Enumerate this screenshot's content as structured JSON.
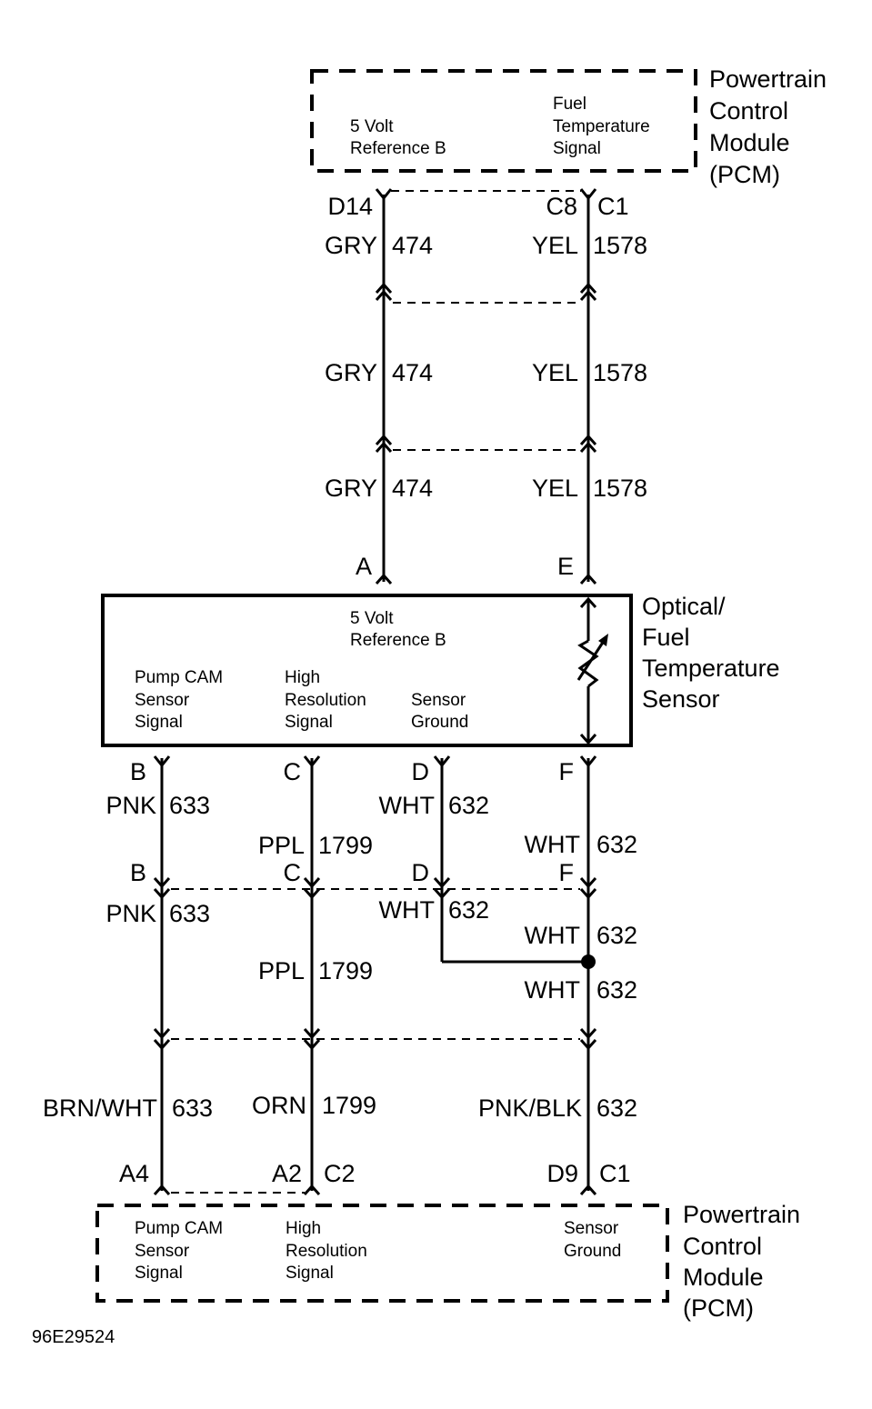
{
  "diagram": {
    "figure_id": "96E29524",
    "colors": {
      "ink": "#000000",
      "background": "#ffffff"
    },
    "pcm_top": {
      "name": [
        "Powertrain",
        "Control",
        "Module",
        "(PCM)"
      ],
      "pins": [
        {
          "label": [
            "5 Volt",
            "Reference B"
          ]
        },
        {
          "label": [
            "Fuel",
            "Temperature",
            "Signal"
          ]
        }
      ]
    },
    "top_wires": [
      {
        "terminal_top": "D14",
        "connector_top": "",
        "segments": [
          {
            "color": "GRY",
            "circuit": "474"
          },
          {
            "color": "GRY",
            "circuit": "474"
          },
          {
            "color": "GRY",
            "circuit": "474"
          }
        ],
        "terminal_bottom": "A"
      },
      {
        "terminal_top": "C8",
        "connector_top": "C1",
        "segments": [
          {
            "color": "YEL",
            "circuit": "1578"
          },
          {
            "color": "YEL",
            "circuit": "1578"
          },
          {
            "color": "YEL",
            "circuit": "1578"
          }
        ],
        "terminal_bottom": "E"
      }
    ],
    "sensor": {
      "name": [
        "Optical/",
        "Fuel",
        "Temperature",
        "Sensor"
      ],
      "labels": {
        "ref": [
          "5 Volt",
          "Reference B"
        ],
        "pump": [
          "Pump CAM",
          "Sensor",
          "Signal"
        ],
        "highres": [
          "High",
          "Resolution",
          "Signal"
        ],
        "ground": [
          "Sensor",
          "Ground"
        ]
      },
      "thermistor_icon": "variable-resistor-icon"
    },
    "bottom_wires": [
      {
        "terminal_top": "B",
        "seg1": {
          "color": "PNK",
          "circuit": "633"
        },
        "terminal_mid": "B",
        "seg2": {
          "color": "PNK",
          "circuit": "633"
        },
        "seg3": {
          "color": "BRN/WHT",
          "circuit": "633"
        },
        "terminal_bottom": "A4",
        "connector_bottom": ""
      },
      {
        "terminal_top": "C",
        "seg1": {
          "color": "PPL",
          "circuit": "1799"
        },
        "terminal_mid": "C",
        "seg2": {
          "color": "PPL",
          "circuit": "1799"
        },
        "seg3": {
          "color": "ORN",
          "circuit": "1799"
        },
        "terminal_bottom": "A2",
        "connector_bottom": "C2"
      },
      {
        "terminal_top": "D",
        "seg1": {
          "color": "WHT",
          "circuit": "632"
        },
        "terminal_mid": "D",
        "seg2": {
          "color": "WHT",
          "circuit": "632"
        }
      },
      {
        "terminal_top": "F",
        "seg1": {
          "color": "WHT",
          "circuit": "632"
        },
        "terminal_mid": "F",
        "seg2": {
          "color": "WHT",
          "circuit": "632"
        },
        "seg2b": {
          "color": "WHT",
          "circuit": "632"
        },
        "seg3": {
          "color": "PNK/BLK",
          "circuit": "632"
        },
        "terminal_bottom": "D9",
        "connector_bottom": "C1"
      }
    ],
    "pcm_bottom": {
      "name": [
        "Powertrain",
        "Control",
        "Module",
        "(PCM)"
      ],
      "pins": [
        {
          "label": [
            "Pump CAM",
            "Sensor",
            "Signal"
          ]
        },
        {
          "label": [
            "High",
            "Resolution",
            "Signal"
          ]
        },
        {
          "label": [
            "Sensor",
            "Ground"
          ]
        }
      ]
    }
  }
}
